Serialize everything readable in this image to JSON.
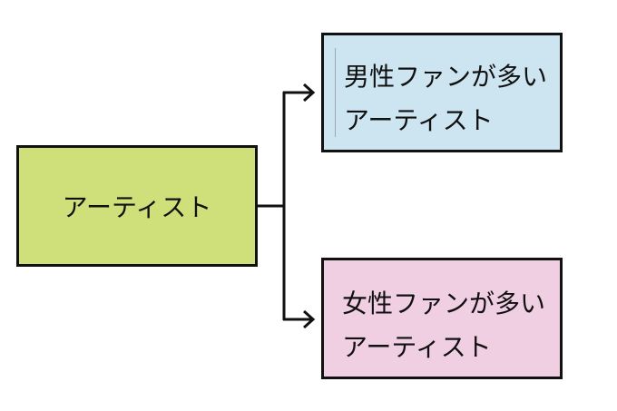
{
  "colors": {
    "root_fill": "#cfe07a",
    "male_fill": "#cde4f1",
    "female_fill": "#f0cfe3",
    "border": "#111111",
    "line": "#111111"
  },
  "root": {
    "label": "アーティスト"
  },
  "branches": [
    {
      "line1": "男性ファンが多い",
      "line2": "アーティスト"
    },
    {
      "line1": "女性ファンが多い",
      "line2": "アーティスト"
    }
  ]
}
